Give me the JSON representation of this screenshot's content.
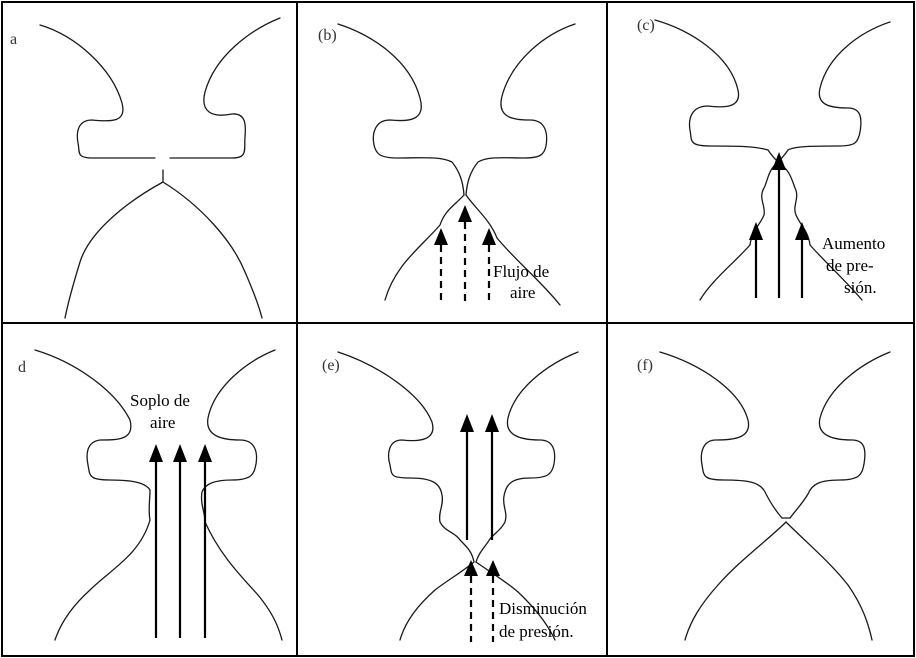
{
  "panels": [
    {
      "id": "a",
      "label": "a"
    },
    {
      "id": "b",
      "label": "(b)"
    },
    {
      "id": "c",
      "label": "(c)"
    },
    {
      "id": "d",
      "label": "d"
    },
    {
      "id": "e",
      "label": "(e)"
    },
    {
      "id": "f",
      "label": "(f)"
    }
  ],
  "annotations": {
    "b_flow": [
      "Flujo de",
      "aire"
    ],
    "c_pressure": [
      "Aumento",
      "de pre-",
      "sión."
    ],
    "d_puff": [
      "Soplo de",
      "aire"
    ],
    "e_pressure": [
      "Disminución",
      "de presión."
    ]
  }
}
